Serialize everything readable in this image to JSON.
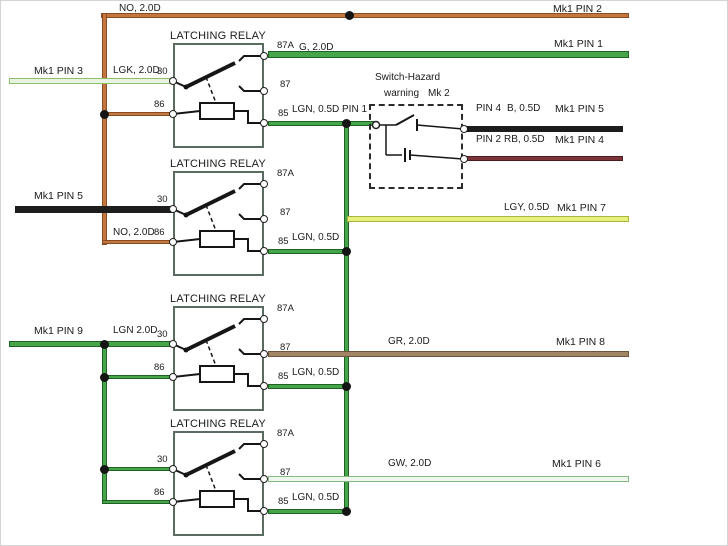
{
  "colors": {
    "orange": "#c4763f",
    "green": "#46a44a",
    "pale_green": "#e9f4e0",
    "black_wire": "#1d1d1d",
    "maroon": "#7d3438",
    "lgy": "#e7f07b",
    "gr": "#a28565",
    "gw": "#eef6ee"
  },
  "top": {
    "no_label": "NO, 2.0D",
    "mk1_pin2": "Mk1 PIN 2",
    "g_label": "G, 2.0D",
    "mk1_pin1": "Mk1 PIN 1"
  },
  "left_labels": {
    "mk1_pin3": "Mk1 PIN 3",
    "lgk": "LGK, 2.0D",
    "mk1_pin5": "Mk1 PIN 5",
    "no2": "NO, 2.0D",
    "mk1_pin9": "Mk1 PIN 9",
    "lgn2": "LGN 2.0D"
  },
  "relays": [
    {
      "title": "LATCHING RELAY",
      "p87a": "87A",
      "p87": "87",
      "p85": "85",
      "p30": "30",
      "p86": "86",
      "lgn": "LGN, 0.5D",
      "pin1": "PIN 1"
    },
    {
      "title": "LATCHING RELAY",
      "p87a": "87A",
      "p87": "87",
      "p85": "85",
      "p30": "30",
      "p86": "86",
      "lgn": "LGN, 0.5D"
    },
    {
      "title": "LATCHING RELAY",
      "p87a": "87A",
      "p87": "87",
      "p85": "85",
      "p30": "30",
      "p86": "86",
      "lgn": "LGN, 0.5D"
    },
    {
      "title": "LATCHING RELAY",
      "p87a": "87A",
      "p87": "87",
      "p85": "85",
      "p30": "30",
      "p86": "86",
      "lgn": "LGN, 0.5D"
    }
  ],
  "switch_box": {
    "title_line1": "Switch-Hazard",
    "title_line2": "warning",
    "mk2": "Mk 2",
    "rows": [
      {
        "pin": "PIN 4",
        "wire": "B, 0.5D",
        "dest": "Mk1 PIN 5"
      },
      {
        "pin": "PIN 2",
        "wire": "RB, 0.5D",
        "dest": "Mk1 PIN 4"
      }
    ]
  },
  "right_labels": {
    "lgy": "LGY, 0.5D",
    "mk1_pin7": "Mk1 PIN 7",
    "gr": "GR, 2.0D",
    "mk1_pin8": "Mk1 PIN 8",
    "gw": "GW, 2.0D",
    "mk1_pin6": "Mk1 PIN 6"
  }
}
